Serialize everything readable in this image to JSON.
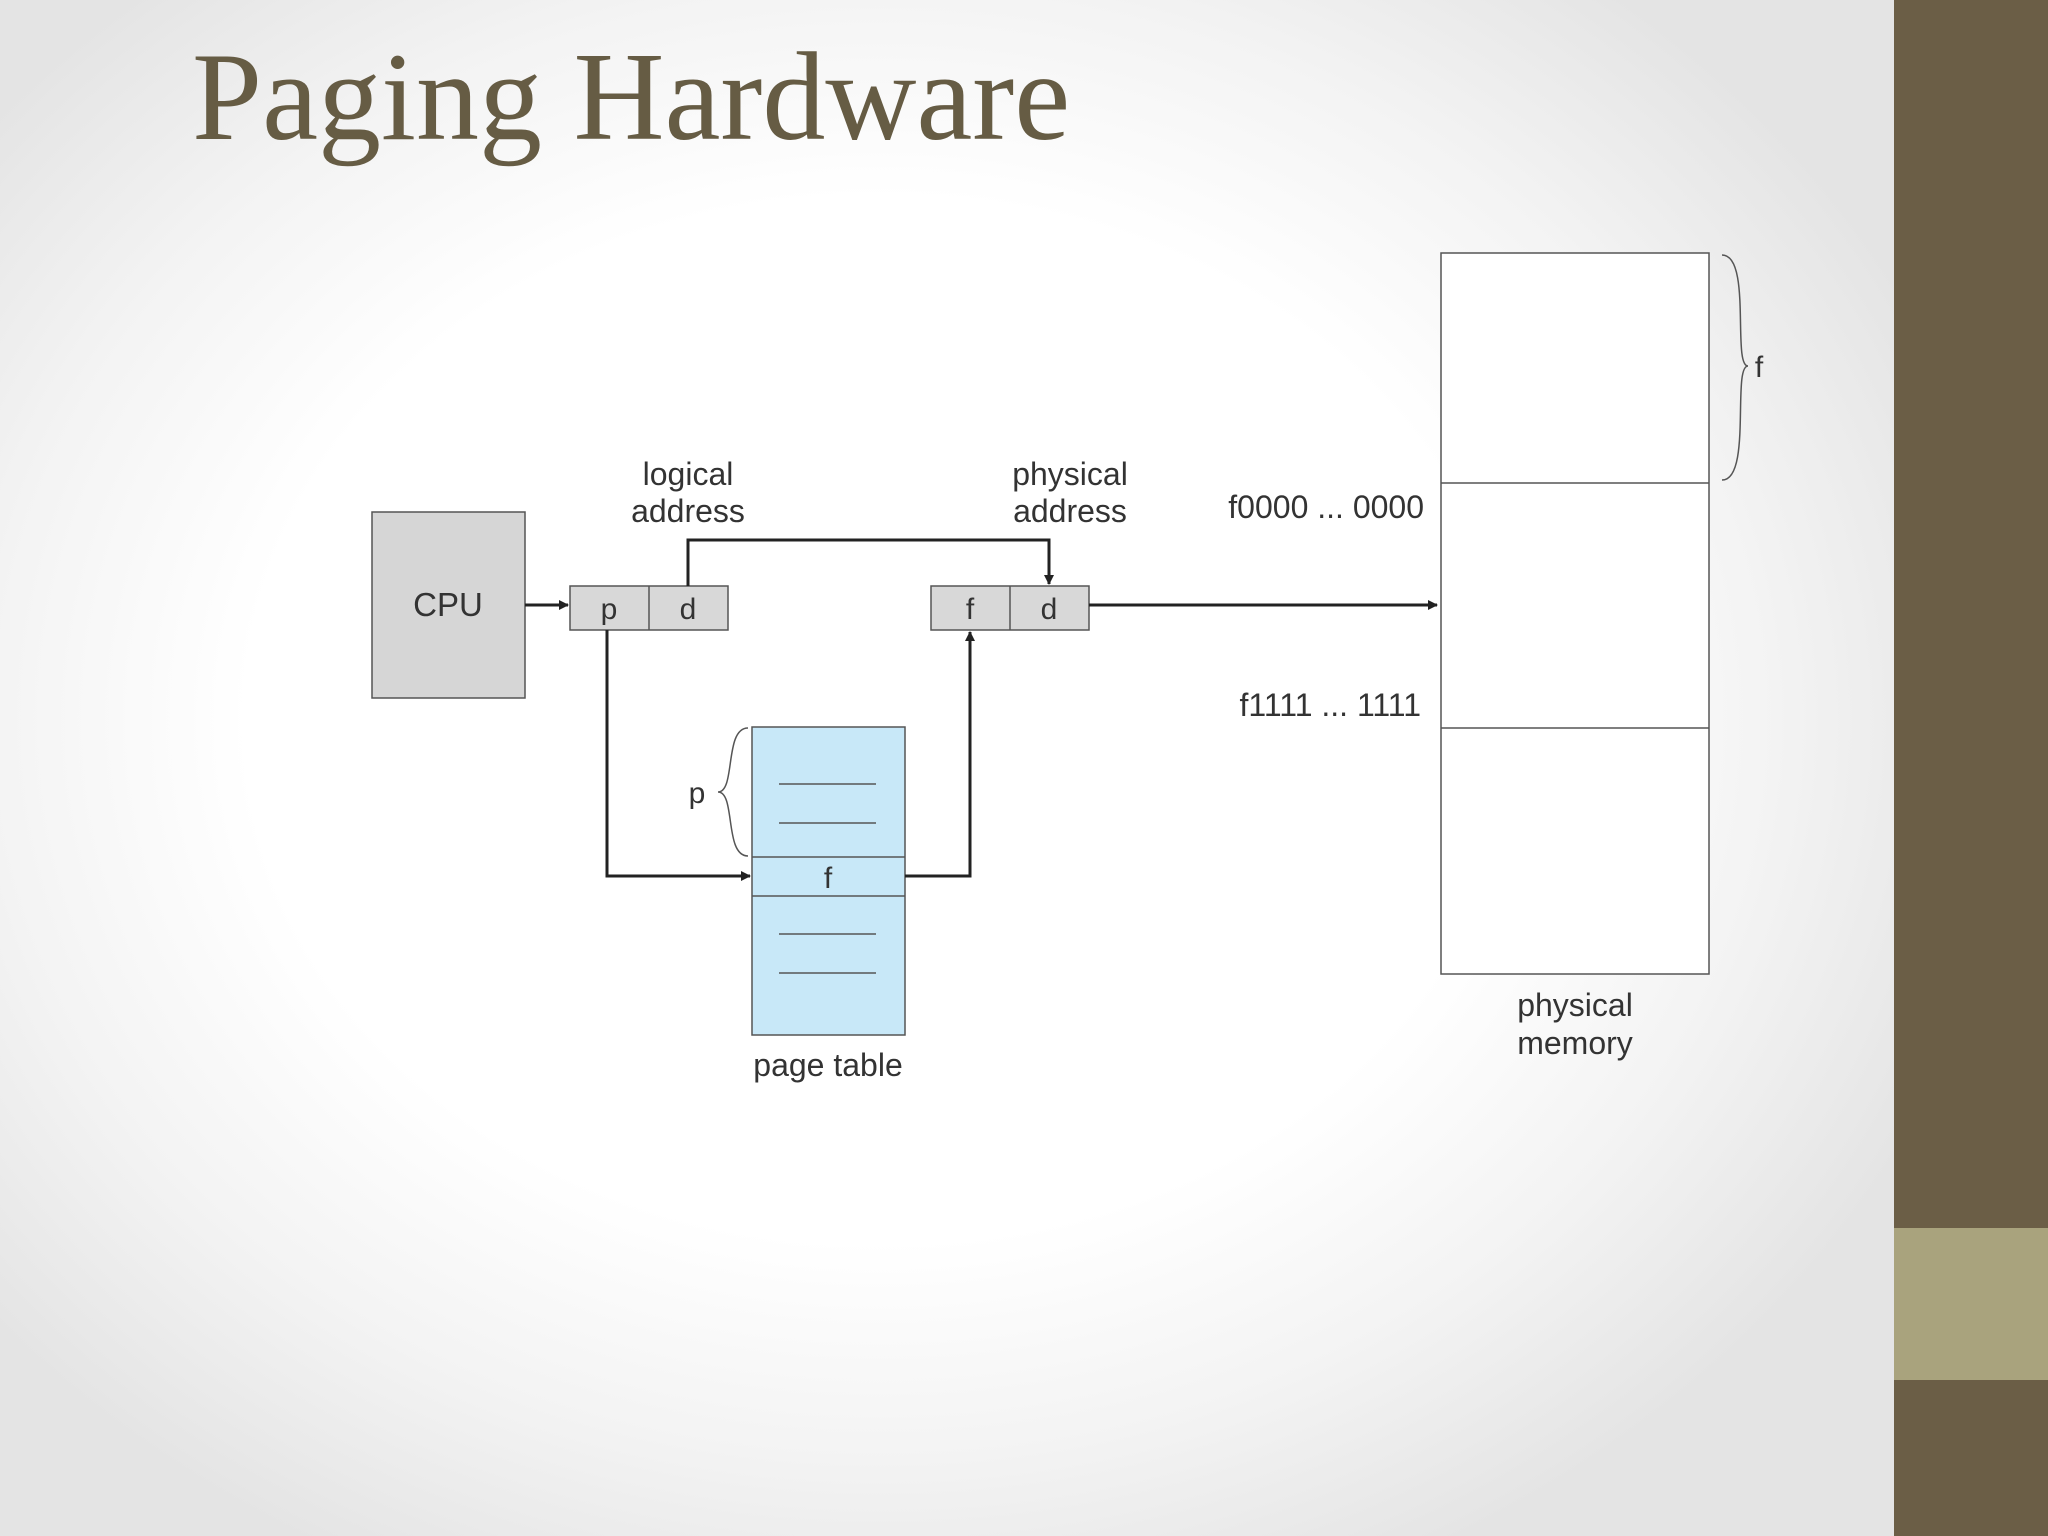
{
  "slide": {
    "title": "Paging Hardware"
  },
  "diagram": {
    "cpu_label": "CPU",
    "logical_address_label_line1": "logical",
    "logical_address_label_line2": "address",
    "logical_p": "p",
    "logical_d": "d",
    "physical_address_label_line1": "physical",
    "physical_address_label_line2": "address",
    "physical_f": "f",
    "physical_d": "d",
    "page_table_p_marker": "p",
    "page_table_entry_f": "f",
    "page_table_label": "page table",
    "memory_frame_marker": "f",
    "frame_start_address": "f0000 ... 0000",
    "frame_end_address": "f1111 ... 1111",
    "physical_memory_label_line1": "physical",
    "physical_memory_label_line2": "memory"
  },
  "colors": {
    "title": "#665c44",
    "sidebar": "#6b5e46",
    "sidebar_accent": "#a9a37d",
    "page_table_fill": "#c8e8f8",
    "register_fill": "#d8d8d8",
    "cpu_fill": "#d6d6d6"
  }
}
